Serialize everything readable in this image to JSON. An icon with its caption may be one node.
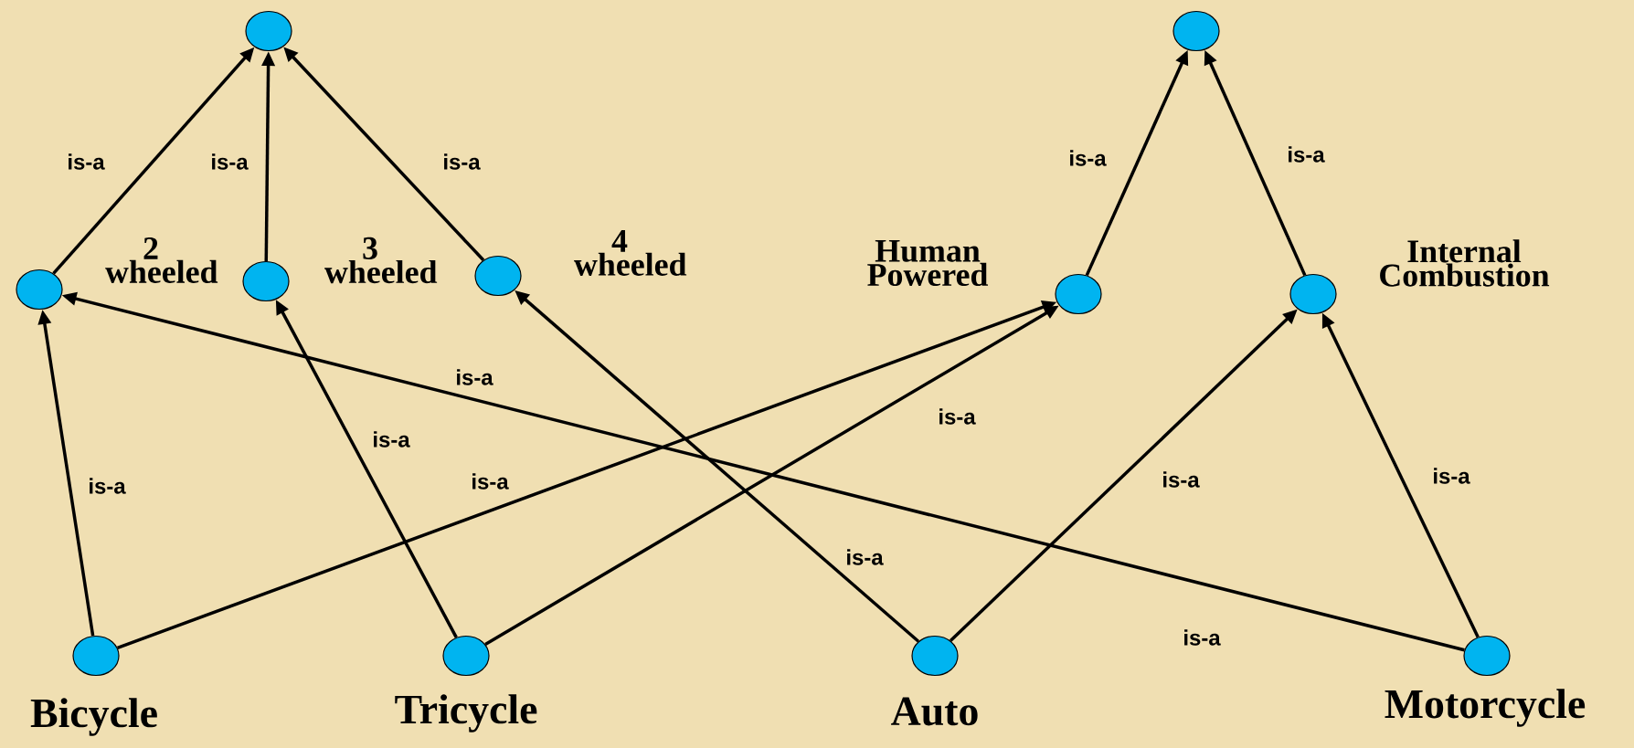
{
  "diagram": {
    "nodes": [
      {
        "text": [],
        "shape": "circle"
      },
      {
        "text": [],
        "shape": "circle"
      },
      {
        "text": [
          "2 wheeled"
        ]
      },
      {
        "text": [
          "3 wheeled"
        ]
      },
      {
        "text": [
          "4 wheeled"
        ]
      },
      {
        "text": [
          "Human Powered"
        ]
      },
      {
        "text": [
          "Internal Combustion"
        ]
      },
      {
        "text": [
          "Bicycle"
        ]
      },
      {
        "text": [
          "Tricycle"
        ]
      },
      {
        "text": [
          "Auto"
        ]
      },
      {
        "text": [
          "Motorcycle"
        ]
      }
    ],
    "edges": [
      {
        "from": 2,
        "to": 0,
        "arrow": "to",
        "label": "is-a"
      },
      {
        "from": 3,
        "to": 0,
        "arrow": "to",
        "label": "is-a"
      },
      {
        "from": 4,
        "to": 0,
        "arrow": "to",
        "label": "is-a"
      },
      {
        "from": 5,
        "to": 1,
        "arrow": "to",
        "label": "is-a"
      },
      {
        "from": 6,
        "to": 1,
        "arrow": "to",
        "label": "is-a"
      },
      {
        "from": 7,
        "to": 2,
        "arrow": "to",
        "label": "is-a"
      },
      {
        "from": 7,
        "to": 5,
        "arrow": "to",
        "label": "is-a"
      },
      {
        "from": 8,
        "to": 3,
        "arrow": "to",
        "label": "is-a"
      },
      {
        "from": 8,
        "to": 5,
        "arrow": "to",
        "label": "is-a"
      },
      {
        "from": 9,
        "to": 4,
        "arrow": "to",
        "label": "is-a"
      },
      {
        "from": 9,
        "to": 6,
        "arrow": "to",
        "label": "is-a"
      },
      {
        "from": 10,
        "to": 6,
        "arrow": "to",
        "label": "is-a"
      },
      {
        "from": 10,
        "to": 2,
        "arrow": "to",
        "label": "is-a"
      }
    ],
    "labels": [
      "is-a"
    ]
  }
}
